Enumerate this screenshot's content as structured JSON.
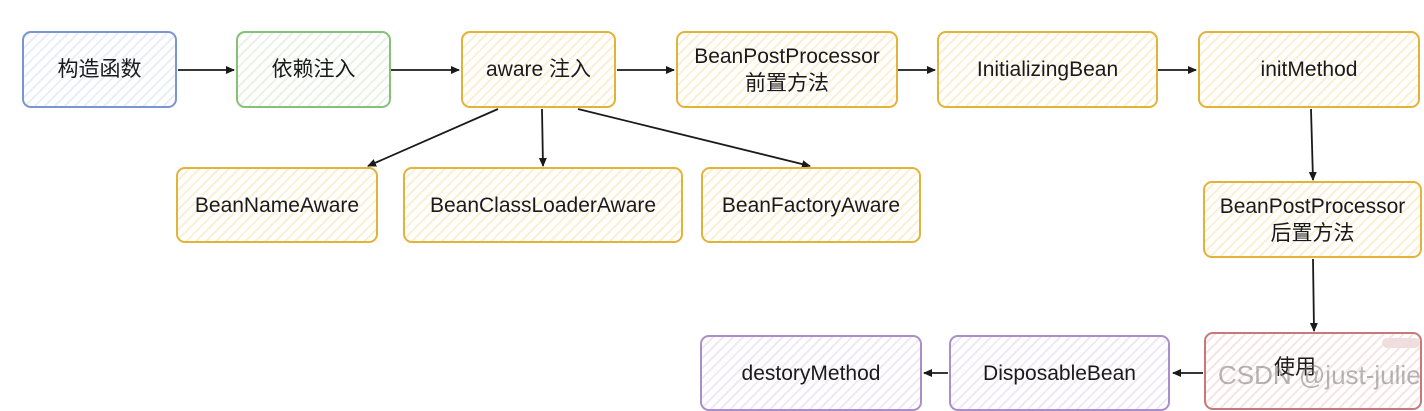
{
  "nodes": {
    "constructor": "构造函数",
    "dependency_injection": "依赖注入",
    "aware_injection": "aware 注入",
    "bpp_before": {
      "line1": "BeanPostProcessor",
      "line2": "前置方法"
    },
    "initializing_bean": "InitializingBean",
    "init_method": "initMethod",
    "bean_name_aware": "BeanNameAware",
    "bean_classloader_aware": "BeanClassLoaderAware",
    "bean_factory_aware": "BeanFactoryAware",
    "bpp_after": {
      "line1": "BeanPostProcessor",
      "line2": "后置方法"
    },
    "use": "使用",
    "disposable_bean": "DisposableBean",
    "destroy_method": "destoryMethod"
  },
  "watermark": "CSDN @just-julie",
  "colors": {
    "blue": "#7a95d2",
    "green": "#86c17a",
    "yellow": "#e3b339",
    "red": "#c9787a",
    "purple": "#a98ec9",
    "arrow": "#1a1a1a"
  }
}
